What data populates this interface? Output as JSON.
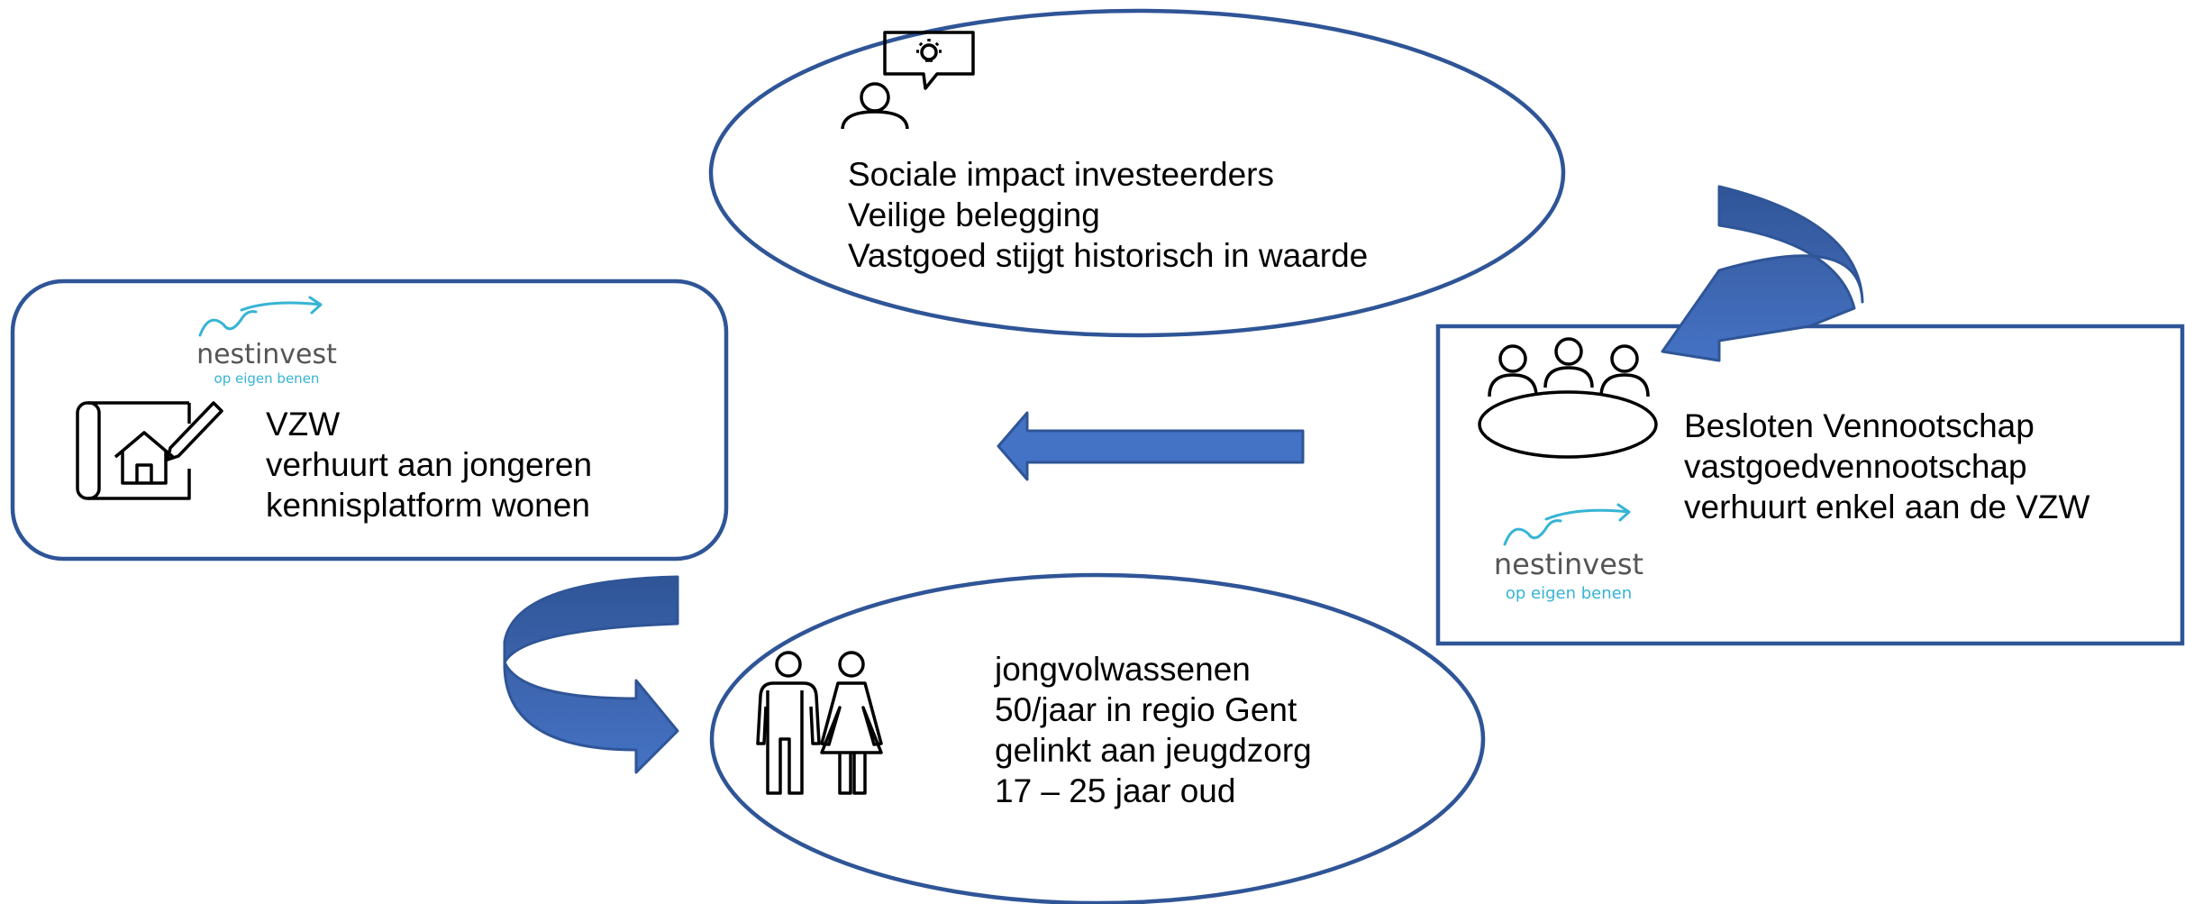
{
  "colors": {
    "outline": "#2F5597",
    "arrow_fill": "#4472C4",
    "arrow_dark": "#2F5597",
    "brand_teal": "#36B4D4",
    "brand_grey": "#555555"
  },
  "investors": {
    "icon": "person-idea-icon",
    "lines": [
      "Sociale impact investeerders",
      "Veilige belegging",
      "Vastgoed stijgt historisch in waarde"
    ]
  },
  "vzw": {
    "logo": {
      "name": "nestinvest",
      "tagline": "op eigen benen"
    },
    "icon": "house-blueprint-icon",
    "lines": [
      "VZW",
      "verhuurt aan jongeren",
      "kennisplatform wonen"
    ]
  },
  "bv": {
    "icon": "meeting-table-icon",
    "logo": {
      "name": "nestinvest",
      "tagline": "op eigen benen"
    },
    "lines": [
      "Besloten Vennootschap",
      "vastgoedvennootschap",
      "verhuurt enkel aan de VZW"
    ]
  },
  "youth": {
    "icon": "couple-icon",
    "lines": [
      "jongvolwassenen",
      "50/jaar in regio Gent",
      "gelinkt aan jeugdzorg",
      "17 – 25 jaar oud"
    ]
  }
}
